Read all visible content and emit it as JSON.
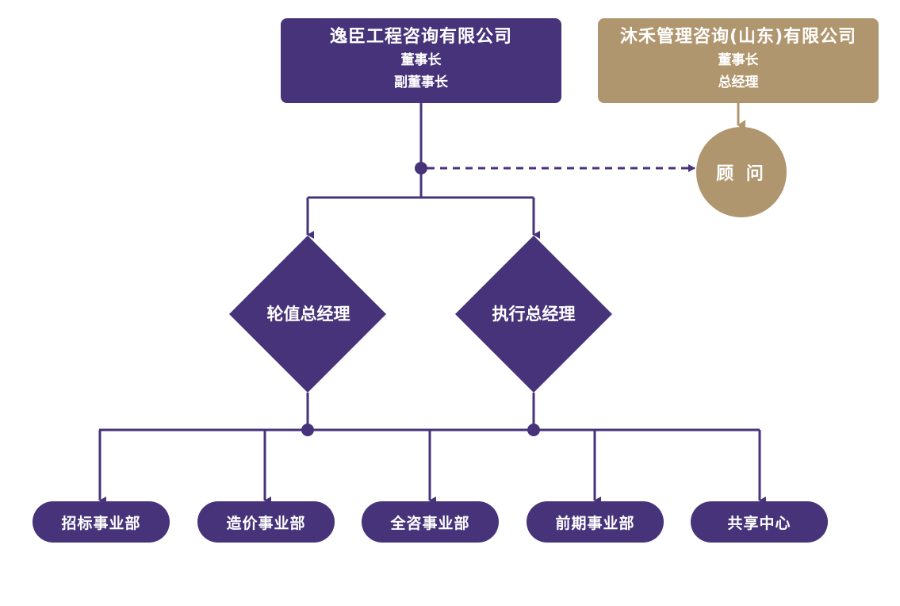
{
  "colors": {
    "primary": "#47337a",
    "accent": "#b0966e",
    "text": "#ffffff"
  },
  "company_a": {
    "name": "逸臣工程咨询有限公司",
    "role1": "董事长",
    "role2": "副董事长"
  },
  "company_b": {
    "name": "沐禾管理咨询(山东)有限公司",
    "role1": "董事长",
    "role2": "总经理"
  },
  "advisor": "顾 问",
  "managers": {
    "rotating": "轮值总经理",
    "executive": "执行总经理"
  },
  "departments": [
    "招标事业部",
    "造价事业部",
    "全咨事业部",
    "前期事业部",
    "共享中心"
  ]
}
